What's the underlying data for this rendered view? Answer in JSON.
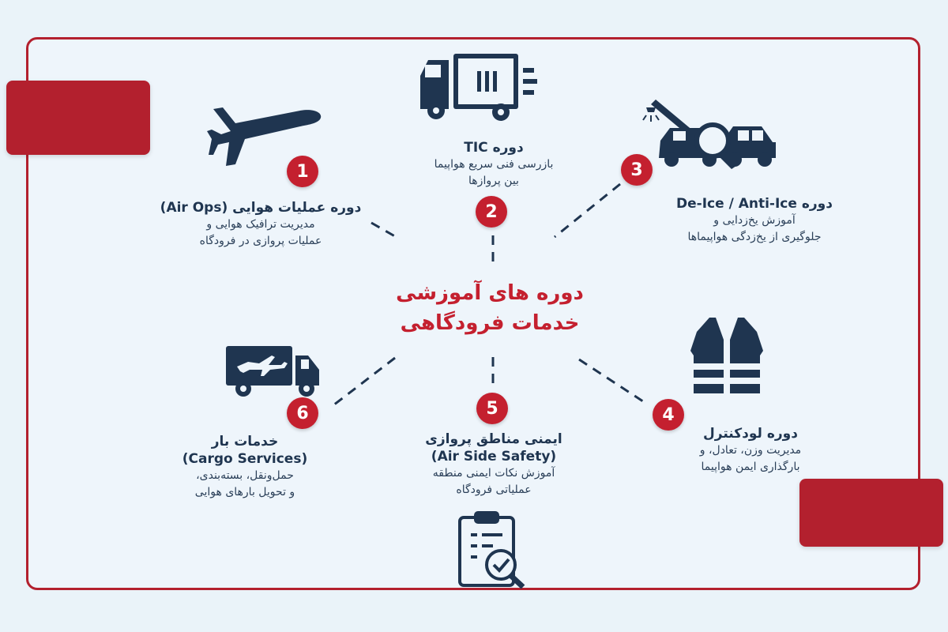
{
  "center": {
    "line1": "دوره های آموزشی",
    "line2": "خدمات فرودگاهی"
  },
  "courses": [
    {
      "number": "1",
      "title": "دوره عملیات هوایی (Air Ops)",
      "desc": [
        "مدیریت ترافیک هوایی و",
        "عملیات پروازی در فرودگاه"
      ],
      "icon": "airplane-icon"
    },
    {
      "number": "2",
      "title": "دوره TIC",
      "desc": [
        "بازرسی فنی سریع هواپیما",
        "بین پروازها"
      ],
      "icon": "truck-icon"
    },
    {
      "number": "3",
      "title": "دوره De-Ice / Anti-Ice",
      "desc": [
        "آموزش یخ‌زدایی و",
        "جلوگیری از یخ‌زدگی هواپیماها"
      ],
      "icon": "deice-vehicle-icon"
    },
    {
      "number": "4",
      "title": "دوره لودکنترل",
      "desc": [
        "مدیریت وزن، تعادل، و",
        "بارگذاری ایمن هواپیما"
      ],
      "icon": "safety-vest-icon"
    },
    {
      "number": "5",
      "title": "ایمنی مناطق پروازی",
      "subtitle": "(Air Side Safety)",
      "desc": [
        "آموزش نکات ایمنی منطقه",
        "عملیاتی فرودگاه"
      ],
      "icon": "checklist-magnifier-icon"
    },
    {
      "number": "6",
      "title": "خدمات بار",
      "subtitle": "(Cargo Services)",
      "desc": [
        "حمل‌ونقل، بسته‌بندی،",
        "و تحویل بارهای هوایی"
      ],
      "icon": "cargo-truck-icon"
    }
  ],
  "colors": {
    "accent": "#c4202f",
    "frame": "#b3202e",
    "navy": "#1f3550",
    "background": "#eaf3f9"
  }
}
